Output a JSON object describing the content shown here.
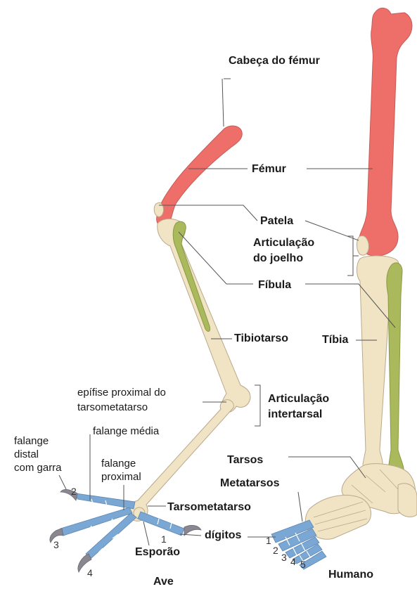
{
  "colors": {
    "femur": "#ee6f6a",
    "bone": "#f1e4c4",
    "bone_outline": "#b9a98a",
    "fibula": "#a9b95c",
    "digit": "#7aa7d3",
    "claw": "#8a8790",
    "leader": "#555555"
  },
  "labels": {
    "cabeca_femur": "Cabeça do fémur",
    "femur": "Fémur",
    "patela": "Patela",
    "articulacao_joelho": "Articulação\ndo joelho",
    "fibula": "Fíbula",
    "tibiotarso": "Tibiotarso",
    "tibia": "Tíbia",
    "epifise": "epífise proximal do\ntarsometatarso",
    "articulacao_intertarsal": "Articulação\nintertarsal",
    "falange_media": "falange média",
    "falange_distal": "falange\ndistal\ncom garra",
    "falange_proximal": "falange\nproximal",
    "tarsos": "Tarsos",
    "metatarsos": "Metatarsos",
    "tarsometatarso": "Tarsometatarso",
    "digitos": "dígitos",
    "esporao": "Esporão",
    "ave": "Ave",
    "humano": "Humano"
  },
  "bird_digits": [
    "1",
    "2",
    "3",
    "4"
  ],
  "human_digits": [
    "1",
    "2",
    "3",
    "4",
    "5"
  ]
}
